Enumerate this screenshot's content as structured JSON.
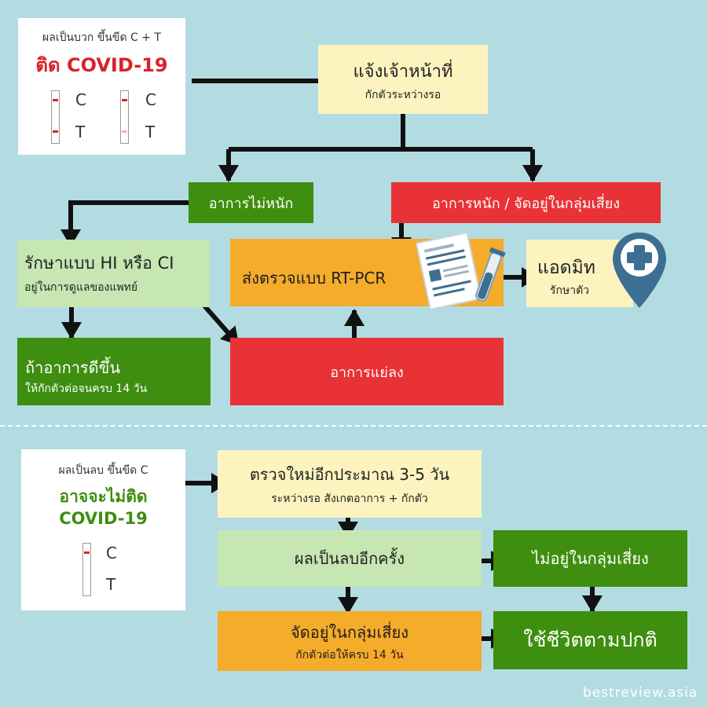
{
  "positive": {
    "title": "ผลเป็นบวก ขึ้นขีด C + T",
    "result": "ติด COVID-19",
    "c_label": "C",
    "t_label": "T",
    "c_label_2": "C",
    "t_label_2": "T"
  },
  "notify": {
    "title": "แจ้งเจ้าหน้าที่",
    "sub": "กักตัวระหว่างรอ"
  },
  "mild": {
    "label": "อาการไม่หนัก"
  },
  "severe": {
    "label": "อาการหนัก / จัดอยู่ในกลุ่มเสี่ยง"
  },
  "home_care": {
    "title": "รักษาแบบ HI หรือ CI",
    "sub": "อยู่ในการดูแลของแพทย์"
  },
  "rtpcr": {
    "label": "ส่งตรวจแบบ RT-PCR"
  },
  "admit": {
    "title": "แอดมิท",
    "sub": "รักษาตัว"
  },
  "better": {
    "title": "ถ้าอาการดีขึ้น",
    "sub": "ให้กักตัวต่อจนครบ 14 วัน"
  },
  "worse": {
    "label": "อาการแย่ลง"
  },
  "negative": {
    "title": "ผลเป็นลบ ขึ้นขีด C",
    "result_line1": "อาจจะไม่ติด",
    "result_line2": "COVID-19",
    "c_label": "C",
    "t_label": "T"
  },
  "retest": {
    "title": "ตรวจใหม่อีกประมาณ 3-5 วัน",
    "sub": "ระหว่างรอ สังเกตอาการ + กักตัว"
  },
  "negative_again": {
    "label": "ผลเป็นลบอีกครั้ง"
  },
  "not_risk": {
    "label": "ไม่อยู่ในกลุ่มเสี่ยง"
  },
  "in_risk": {
    "title": "จัดอยู่ในกลุ่มเสี่ยง",
    "sub": "กักตัวต่อให้ครบ 14 วัน"
  },
  "normal_life": {
    "label": "ใช้ชีวิตตามปกติ"
  },
  "watermark": "bestreview.asia",
  "colors": {
    "background": "#b3dce2",
    "red_line": "#d8232a",
    "faint_line": "#f2b8b9",
    "positive_text": "#d8232a",
    "negative_text": "#3e8e0f",
    "pin": "#3d6f93"
  }
}
